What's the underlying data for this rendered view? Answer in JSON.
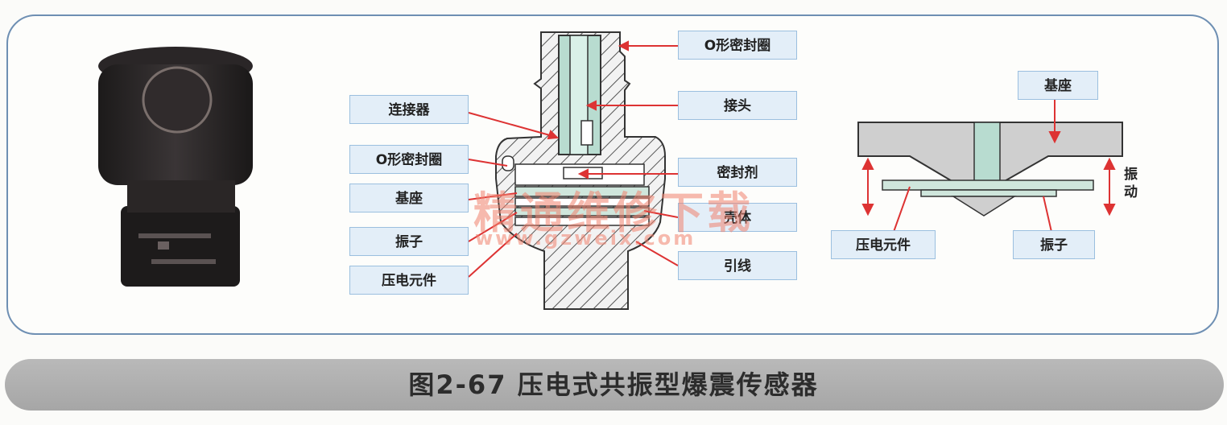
{
  "caption": "图2-67 压电式共振型爆震传感器",
  "cross_section_labels": {
    "o_ring_top": "O形密封圈",
    "connector": "连接器",
    "joint": "接头",
    "o_ring_left": "O形密封圈",
    "sealant": "密封剂",
    "base": "基座",
    "housing": "壳体",
    "vibrator": "振子",
    "lead_wire": "引线",
    "piezo_element": "压电元件"
  },
  "schematic_labels": {
    "base": "基座",
    "vibration": "振动",
    "piezo_element": "压电元件",
    "vibrator": "振子"
  },
  "watermark": {
    "text": "精通维修下载",
    "url": "www.gzweix.com"
  }
}
